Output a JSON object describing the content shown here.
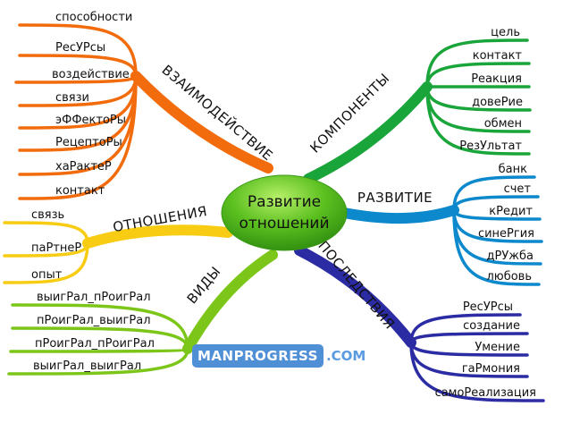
{
  "center": {
    "line1": "Развитие",
    "line2": "отношений"
  },
  "branches": [
    {
      "id": "interaction",
      "label": "ВЗАИМОДЕЙСТВИЕ",
      "color": "#f26c0d",
      "items": [
        "способности",
        "РесУРсы",
        "воздействие",
        "связи",
        "эФФектоРы",
        "РецептоРы",
        "хаРактеР",
        "контакт"
      ]
    },
    {
      "id": "components",
      "label": "КОМПОНЕНТЫ",
      "color": "#1aa53a",
      "items": [
        "цель",
        "контакт",
        "Реакция",
        "довеРие",
        "обмен",
        "РезУльтат"
      ]
    },
    {
      "id": "development",
      "label": "РАЗВИТИЕ",
      "color": "#0c88cc",
      "items": [
        "банк",
        "счет",
        "кРедит",
        "синеРгия",
        "дРУжба",
        "любовь"
      ]
    },
    {
      "id": "relations",
      "label": "ОТНОШЕНИЯ",
      "color": "#f7cc12",
      "items": [
        "связь",
        "паРтнеР",
        "опыт"
      ]
    },
    {
      "id": "types",
      "label": "ВИДЫ",
      "color": "#7cc61a",
      "items": [
        "выигРал_пРоигРал",
        "пРоигРал_выигРал",
        "пРоигРал_пРоигРал",
        "выигРал_выигРал"
      ]
    },
    {
      "id": "consequences",
      "label": "ПОСЛЕДСТВИЯ",
      "color": "#2b2ba3",
      "items": [
        "РесУРсы",
        "создание",
        "Умение",
        "гаРмония",
        "самоРеализация"
      ]
    }
  ],
  "watermark": {
    "brand": "MANPROGRESS",
    "suffix": ".COM"
  }
}
